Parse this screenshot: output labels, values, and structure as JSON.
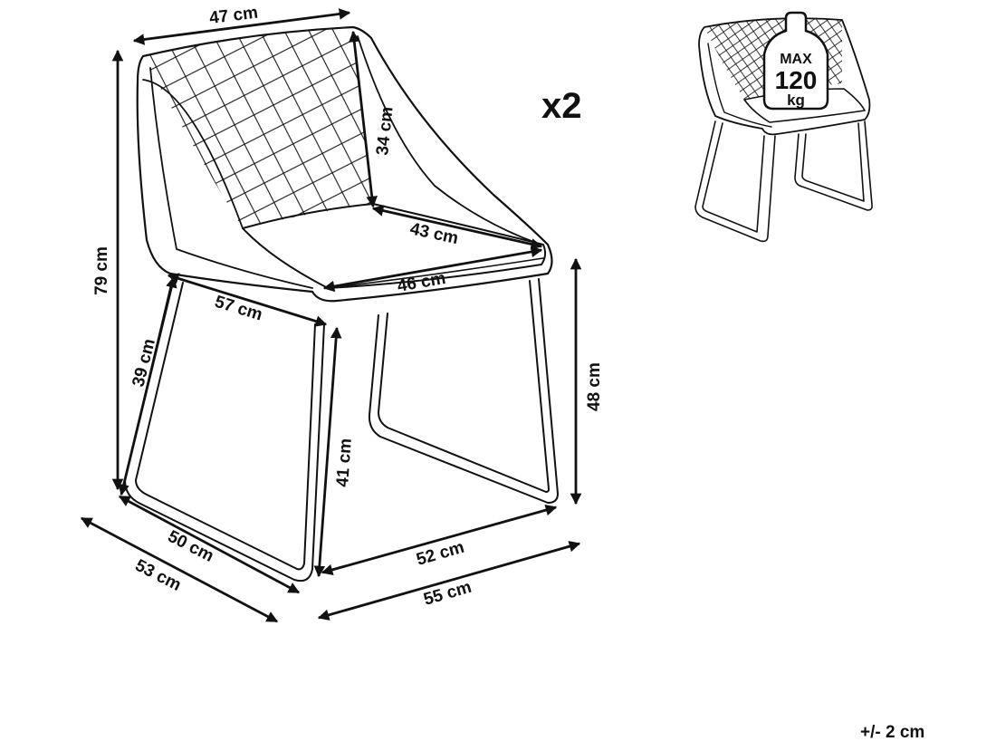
{
  "dimensions": {
    "back_width": "47 cm",
    "total_height": "79 cm",
    "backrest_height": "34 cm",
    "seat_depth_inner": "43 cm",
    "seat_width": "46 cm",
    "armrest_depth": "57 cm",
    "arm_height": "39 cm",
    "seat_height": "48 cm",
    "front_leg_height": "41 cm",
    "base_depth_inner": "50 cm",
    "base_width_inner": "52 cm",
    "total_depth": "53 cm",
    "total_width": "55 cm"
  },
  "quantity": "x2",
  "max_load": {
    "line1": "MAX",
    "line2": "120",
    "line3": "kg"
  },
  "tolerance": "+/- 2 cm",
  "colors": {
    "stroke": "#111111",
    "background": "#ffffff"
  }
}
